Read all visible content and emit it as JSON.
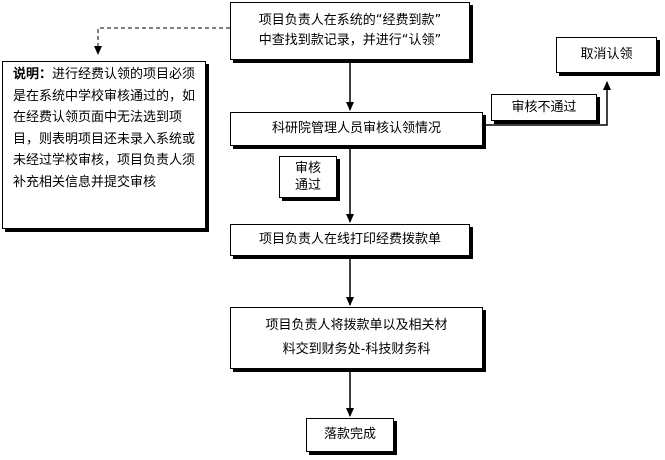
{
  "diagram": {
    "steps": {
      "claim": {
        "line1": "项目负责人在系统的“经费到款”",
        "line2": "中查找到款记录，并进行“认领”"
      },
      "review": "科研院管理人员审核认领情况",
      "print": "项目负责人在线打印经费拨款单",
      "submit": {
        "line1": "项目负责人将拨款单以及相关材",
        "line2": "料交到财务处-科技财务科"
      },
      "done": "落款完成"
    },
    "cancel": "取消认领",
    "labels": {
      "fail": "审核不通过",
      "pass": {
        "line1": "审核",
        "line2": "通过"
      }
    },
    "note": {
      "title": "说明：",
      "body": "进行经费认领的项目必须是在系统中学校审核通过的，如在经费认领页面中无法选到项目，则表明项目还未录入系统或未经过学校审核，项目负责人须补充相关信息并提交审核"
    }
  }
}
